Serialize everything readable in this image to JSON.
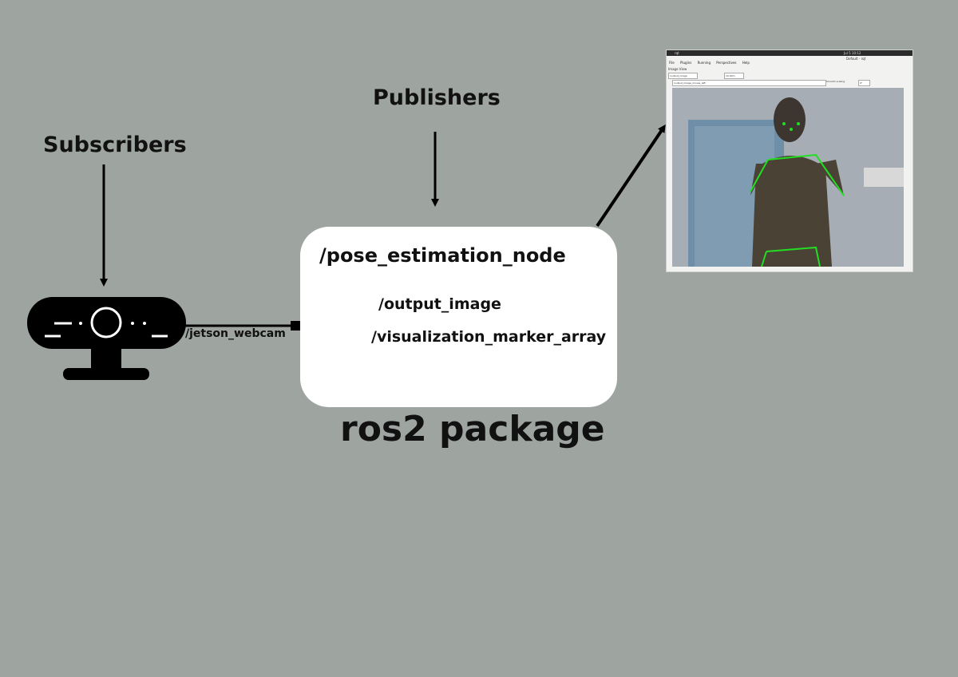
{
  "labels": {
    "subscribers": "Subscribers",
    "publishers": "Publishers",
    "webcam_topic": "/jetson_webcam",
    "package": "ros2 package"
  },
  "node": {
    "title": "/pose_estimation_node",
    "topics": [
      "/output_image",
      "/visualization_marker_array"
    ]
  },
  "screenshot": {
    "window_title": "rqt",
    "tab_title": "Default - rqt",
    "clock": "Jul 5  10:12",
    "menu": [
      "File",
      "Plugins",
      "Running",
      "Perspectives",
      "Help"
    ],
    "panel_title": "Image View",
    "topic_select": "/output_image",
    "zoom_value": "10.00m",
    "topic_field": "/output_image_mouse_left",
    "smooth_label": "Smooth scaling",
    "rotation": "0°"
  },
  "colors": {
    "background": "#9ea5a0",
    "box": "#ffffff",
    "ink": "#111111",
    "skeleton": "#22dd22"
  },
  "icons": {
    "webcam": "webcam-icon"
  }
}
